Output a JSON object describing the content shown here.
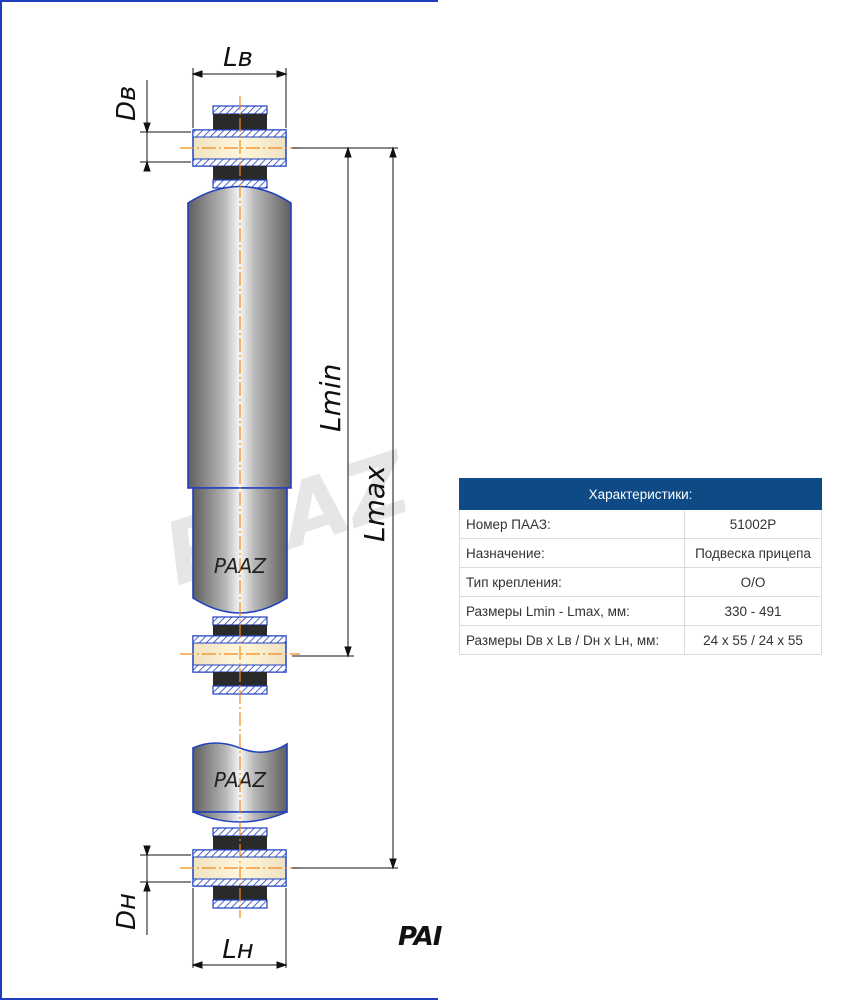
{
  "drawing": {
    "labels": {
      "top_eye_width": "Lв",
      "top_eye_diameter": "Dв",
      "min_length": "Lmin",
      "max_length": "Lmax",
      "bottom_eye_width": "Lн",
      "bottom_eye_diameter": "Dн",
      "body_brand": "PAAZ",
      "rod_brand": "PAAZ",
      "watermark": "PAAZ"
    },
    "colors": {
      "outline": "#1f3fc0",
      "centerline": "#f08a1a",
      "dimension_line": "#111111",
      "cylinder_dark": "#6f6f6f",
      "cylinder_light": "#f4f4f4",
      "bushing_hatch": "#1f3fc0",
      "rubber": "#2a2a2a",
      "bushing_fill": "#fbe9b8"
    }
  },
  "table": {
    "header": "Характеристики:",
    "rows": [
      {
        "label": "Номер ПААЗ:",
        "value": "51002P"
      },
      {
        "label": "Назначение:",
        "value": "Подвеска прицепа"
      },
      {
        "label": "Тип крепления:",
        "value": "O/O"
      },
      {
        "label": "Размеры Lmin - Lmax, мм:",
        "value": "330 - 491"
      },
      {
        "label": "Размеры Dв x Lв / Dн x Lн, мм:",
        "value": "24 x 55 / 24 x 55"
      }
    ]
  },
  "logo": {
    "text": "PAI"
  }
}
